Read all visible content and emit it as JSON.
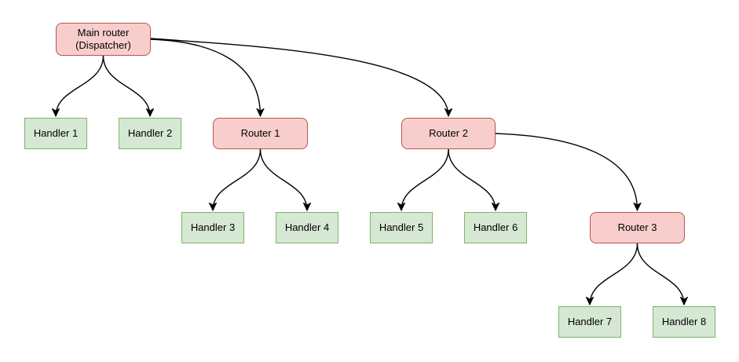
{
  "diagram": {
    "background": "#ffffff",
    "colors": {
      "background": "#ffffff",
      "router-fill": "#f8cecc",
      "router-stroke": "#b85450",
      "handler-fill": "#d5e8d4",
      "handler-stroke": "#82b366",
      "edge-stroke": "#000000",
      "text": "#000000"
    },
    "nodes": {
      "main": {
        "label": "Main router\n(Dispatcher)",
        "type": "router"
      },
      "router1": {
        "label": "Router 1",
        "type": "router"
      },
      "router2": {
        "label": "Router 2",
        "type": "router"
      },
      "router3": {
        "label": "Router 3",
        "type": "router"
      },
      "handler1": {
        "label": "Handler 1",
        "type": "handler"
      },
      "handler2": {
        "label": "Handler 2",
        "type": "handler"
      },
      "handler3": {
        "label": "Handler 3",
        "type": "handler"
      },
      "handler4": {
        "label": "Handler 4",
        "type": "handler"
      },
      "handler5": {
        "label": "Handler 5",
        "type": "handler"
      },
      "handler6": {
        "label": "Handler 6",
        "type": "handler"
      },
      "handler7": {
        "label": "Handler 7",
        "type": "handler"
      },
      "handler8": {
        "label": "Handler 8",
        "type": "handler"
      }
    },
    "edges": [
      {
        "from": "main",
        "to": "handler1"
      },
      {
        "from": "main",
        "to": "handler2"
      },
      {
        "from": "main",
        "to": "router1"
      },
      {
        "from": "main",
        "to": "router2"
      },
      {
        "from": "router1",
        "to": "handler3"
      },
      {
        "from": "router1",
        "to": "handler4"
      },
      {
        "from": "router2",
        "to": "handler5"
      },
      {
        "from": "router2",
        "to": "handler6"
      },
      {
        "from": "router2",
        "to": "router3"
      },
      {
        "from": "router3",
        "to": "handler7"
      },
      {
        "from": "router3",
        "to": "handler8"
      }
    ]
  }
}
